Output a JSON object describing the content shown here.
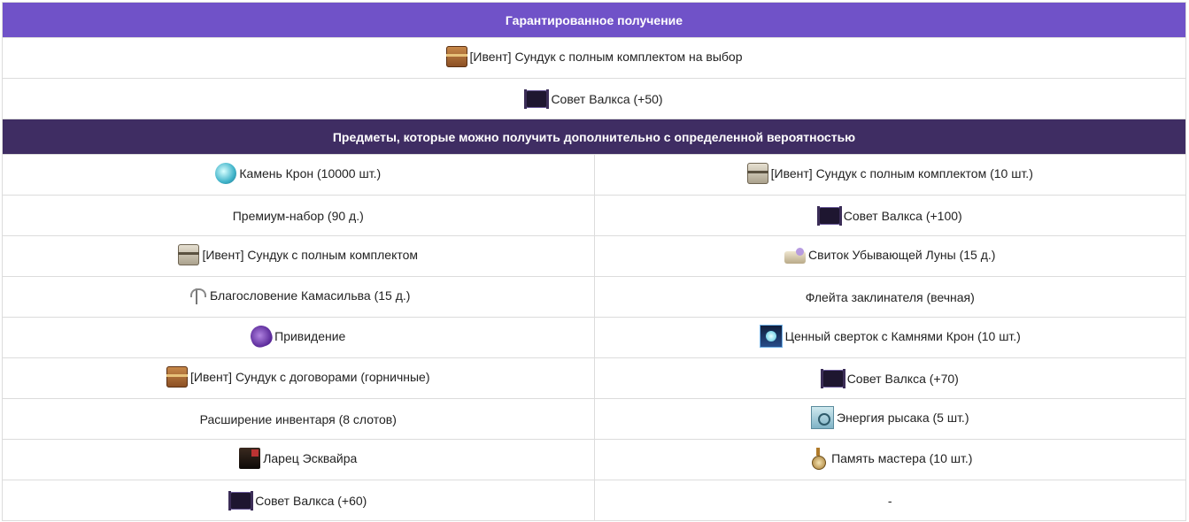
{
  "sections": {
    "guaranteed_title": "Гарантированное получение",
    "extra_title": "Предметы, которые можно получить дополнительно с определенной вероятностью"
  },
  "guaranteed": [
    {
      "icon": "chest-icon",
      "label": "[Ивент] Сундук с полным комплектом на выбор"
    },
    {
      "icon": "scroll-icon",
      "label": "Совет Валкса (+50)"
    }
  ],
  "extra": [
    [
      {
        "icon": "stone-icon",
        "label": "Камень Крон (10000 шт.)"
      },
      {
        "icon": "white-chest-icon",
        "label": "[Ивент] Сундук с полным комплектом (10 шт.)"
      }
    ],
    [
      {
        "icon": "",
        "label": "Премиум-набор (90 д.)"
      },
      {
        "icon": "scroll-icon",
        "label": "Совет Валкса (+100)"
      }
    ],
    [
      {
        "icon": "white-chest-icon",
        "label": "[Ивент] Сундук с полным комплектом"
      },
      {
        "icon": "moon-scroll-icon",
        "label": "Свиток Убывающей Луны (15 д.)"
      }
    ],
    [
      {
        "icon": "branch-icon",
        "label": "Благословение Камасильва (15 д.)"
      },
      {
        "icon": "",
        "label": "Флейта заклинателя (вечная)"
      }
    ],
    [
      {
        "icon": "ghost-icon",
        "label": "Привидение"
      },
      {
        "icon": "stone-bundle-icon",
        "label": "Ценный сверток с Камнями Крон (10 шт.)"
      }
    ],
    [
      {
        "icon": "chest-icon",
        "label": "[Ивент] Сундук с договорами (горничные)"
      },
      {
        "icon": "scroll-icon",
        "label": "Совет Валкса (+70)"
      }
    ],
    [
      {
        "icon": "",
        "label": "Расширение инвентаря (8 слотов)"
      },
      {
        "icon": "energy-icon",
        "label": "Энергия рысака (5 шт.)"
      }
    ],
    [
      {
        "icon": "dark-box-icon",
        "label": "Ларец Эсквайра"
      },
      {
        "icon": "medal-icon",
        "label": "Память мастера (10 шт.)"
      }
    ],
    [
      {
        "icon": "scroll-icon",
        "label": "Совет Валкса (+60)"
      },
      {
        "icon": "",
        "label": "-"
      }
    ]
  ]
}
